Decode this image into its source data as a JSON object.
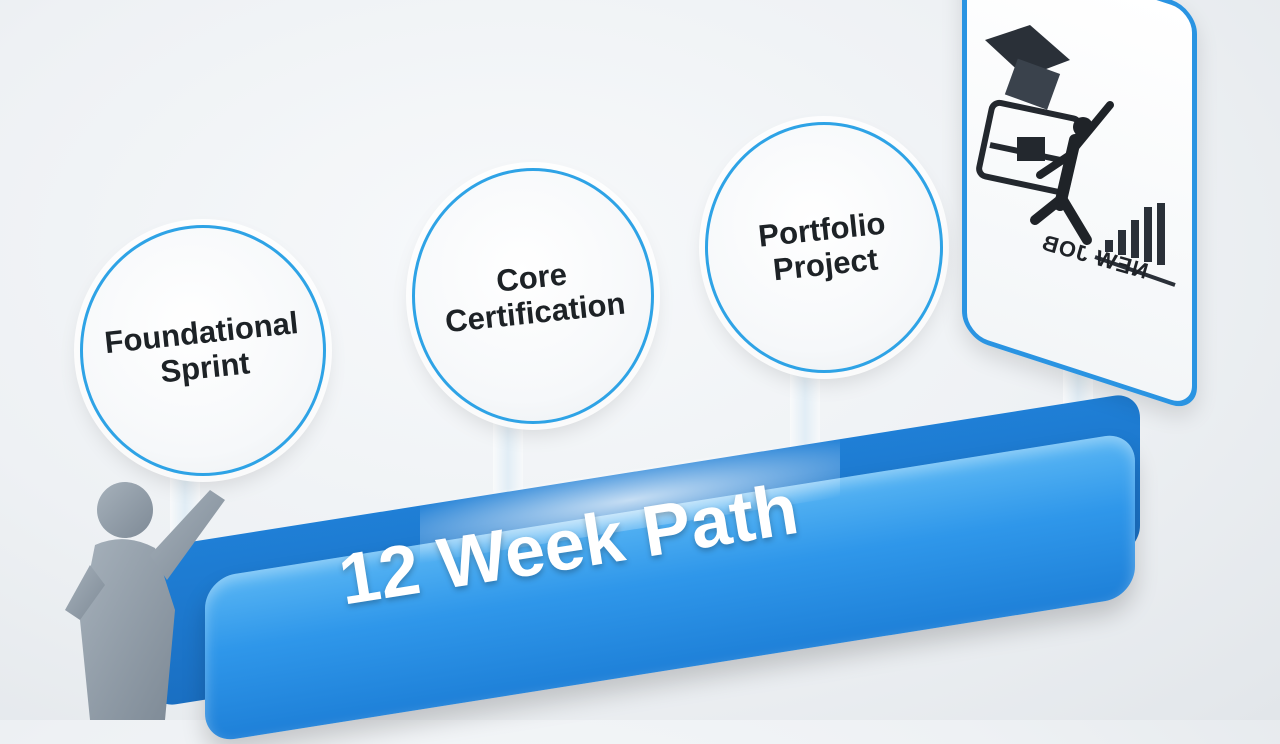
{
  "steps": [
    {
      "label": "Foundational\nSprint"
    },
    {
      "label": "Core\nCertification"
    },
    {
      "label": "Portfolio\nProject"
    }
  ],
  "banner": {
    "title": "12 Week Path"
  },
  "job_card": {
    "label": "NEW JOB"
  },
  "icons": [
    "graduation-cap-icon",
    "briefcase-icon",
    "celebrating-person-icon",
    "bar-chart-icon",
    "person-figure"
  ],
  "colors": {
    "accent": "#2ea3e6",
    "banner": "#2f97ea",
    "figure": "#8e9aa6"
  }
}
